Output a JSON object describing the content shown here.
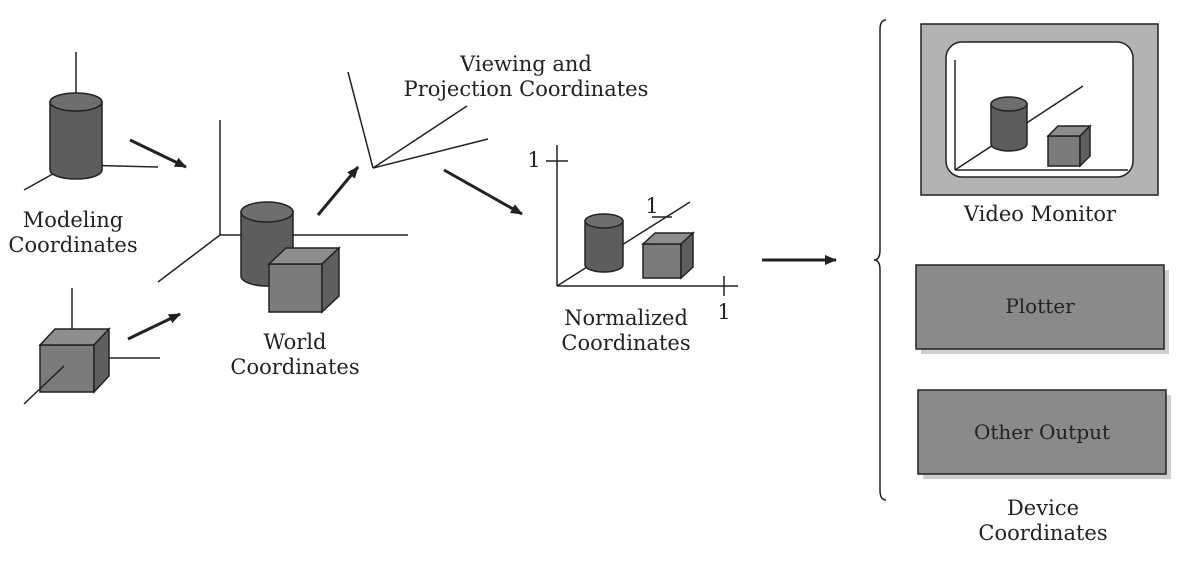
{
  "labels": {
    "modeling": [
      "Modeling",
      "Coordinates"
    ],
    "world": [
      "World",
      "Coordinates"
    ],
    "viewing": [
      "Viewing and",
      "Projection Coordinates"
    ],
    "normalized": [
      "Normalized",
      "Coordinates"
    ],
    "normalized_tick_y": "1",
    "normalized_tick_x": "1",
    "normalized_tick_z": "1",
    "video_monitor": "Video Monitor",
    "plotter": "Plotter",
    "other_output": "Other Output",
    "device": [
      "Device",
      "Coordinates"
    ]
  },
  "colors": {
    "cylinder_side": "#5d5d5d",
    "cylinder_top": "#6e6e6e",
    "cube_front": "#7b7b7b",
    "cube_top": "#8d8d8d",
    "cube_side": "#5f5f5f",
    "device_box": "#8a8a8a",
    "device_shadow": "#cfcfcf",
    "monitor_frame": "#b3b3b3",
    "line": "#222222"
  }
}
